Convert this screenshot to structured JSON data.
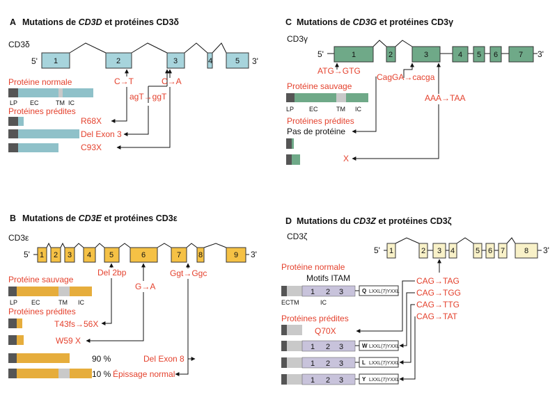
{
  "colors": {
    "cd3d_exon": "#a7d4dc",
    "cd3d_bar": "#8fc1c9",
    "cd3g_exon": "#6fa988",
    "cd3g_bar": "#6fa988",
    "cd3e_exon": "#f5c145",
    "cd3e_bar": "#e6ad3c",
    "cd3z_exon": "#f8f1c8",
    "cd3z_bar": "#c8c3db",
    "lp": "#555555",
    "tm": "#c9c9c9",
    "mutation": "#e4412d"
  },
  "panelA": {
    "letter": "A",
    "title_pre": "Mutations de ",
    "title_gene": "CD3D",
    "title_post": " et protéines CD3δ",
    "gene_label": "CD3δ",
    "five": "5'",
    "three": "3'",
    "exons": [
      "1",
      "2",
      "3",
      "4",
      "5"
    ],
    "mut_ct": "C→T",
    "mut_agt": "agT→ggT",
    "mut_ca": "C→A",
    "normal_label": "Protéine normale",
    "domains": [
      "LP",
      "EC",
      "TM",
      "IC"
    ],
    "predicted_label": "Protéines prédites",
    "predicted": [
      "R68X",
      "Del Exon 3",
      "C93X"
    ]
  },
  "panelB": {
    "letter": "B",
    "title_pre": "Mutations de ",
    "title_gene": "CD3E",
    "title_post": " et protéines CD3ε",
    "gene_label": "CD3ε",
    "five": "5'",
    "three": "3'",
    "exons": [
      "1",
      "2",
      "3",
      "4",
      "5",
      "6",
      "7",
      "8",
      "9"
    ],
    "mut_del2bp": "Del 2bp",
    "mut_ga": "G→A",
    "mut_ggt": "Ggt→Ggc",
    "normal_label": "Protéine sauvage",
    "domains": [
      "LP",
      "EC",
      "TM",
      "IC"
    ],
    "predicted_label": "Protéines prédites",
    "predicted": [
      "T43fs→56X",
      "W59 X",
      "Del Exon 8",
      "Épissage normal"
    ],
    "pct_90": "90 %",
    "pct_10": "10 %"
  },
  "panelC": {
    "letter": "C",
    "title_pre": "Mutations  de ",
    "title_gene": "CD3G",
    "title_post": " et protéines CD3γ",
    "gene_label": "CD3γ",
    "five": "5'",
    "three": "3'",
    "exons": [
      "1",
      "2",
      "3",
      "4",
      "5",
      "6",
      "7"
    ],
    "mut_atg": "ATG→GTG",
    "mut_cagga": "CagGA→cacga",
    "mut_aaa": "AAA→TAA",
    "normal_label": "Protéine sauvage",
    "domains": [
      "LP",
      "EC",
      "TM",
      "IC"
    ],
    "predicted_label": "Protéines prédites",
    "no_protein": "Pas de protéine",
    "x_label": "X"
  },
  "panelD": {
    "letter": "D",
    "title_pre": "Mutations du ",
    "title_gene": "CD3Z",
    "title_post": " et protéines CD3ζ",
    "gene_label": "CD3ζ",
    "five": "5'",
    "three": "3'",
    "exons": [
      "1",
      "2",
      "3",
      "4",
      "5",
      "6",
      "7",
      "8"
    ],
    "normal_label": "Protéine normale",
    "itam_label": "Motifs ITAM",
    "domains": [
      "ECTM",
      "IC"
    ],
    "itam_numbers": [
      "1",
      "2",
      "3"
    ],
    "itam_motif": "LXXL(7)YXXL",
    "itam_aa": [
      "Q",
      "W",
      "L",
      "Y"
    ],
    "mutations": [
      "CAG→TAG",
      "CAG→TGG",
      "CAG→TTG",
      "CAG→TAT"
    ],
    "predicted_label": "Protéines prédites",
    "q70x": "Q70X"
  }
}
